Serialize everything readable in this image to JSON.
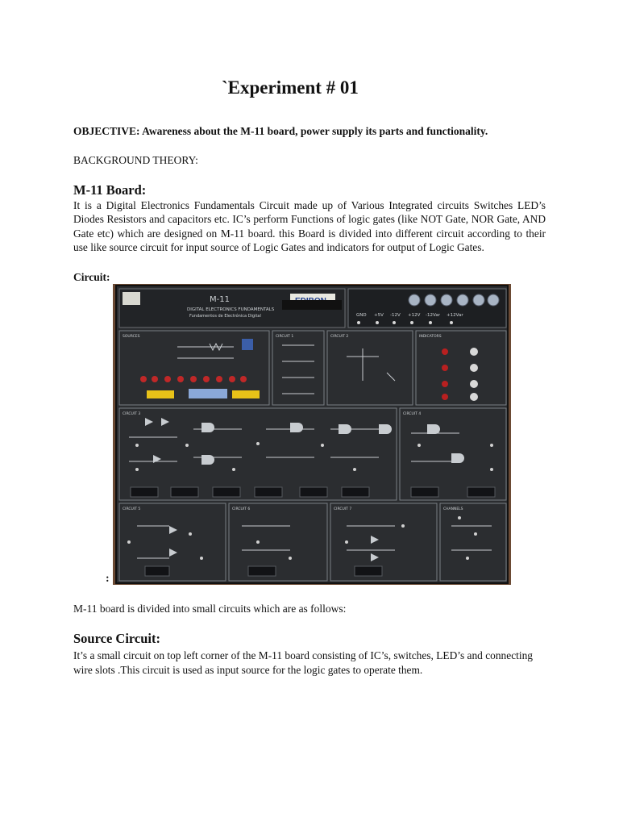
{
  "title": "`Experiment # 01",
  "objective": "OBJECTIVE: Awareness about the M-11 board, power supply its parts and functionality.",
  "background_heading": "BACKGROUND THEORY:",
  "board_heading": "M-11 Board:",
  "board_paragraph": "It is a Digital Electronics Fundamentals Circuit made up of Various Integrated circuits Switches LED’s Diodes Resistors and capacitors etc. IC’s perform Functions of logic gates (like NOT Gate, NOR Gate, AND Gate etc) which are designed on M-11 board. this Board is divided into different circuit according to their use like source circuit for input source of Logic Gates and indicators for output of Logic Gates.",
  "circuit_label": "Circuit:",
  "photo_colon": ":",
  "divided_line": "M-11 board is divided into small circuits which are as follows:",
  "source_heading": "Source Circuit:",
  "source_paragraph": " It’s a small circuit on top left corner of the M-11 board consisting of IC’s, switches, LED’s and connecting wire slots .This circuit is used as input source for the logic gates to operate them.",
  "photo": {
    "board_model": "M-11",
    "board_subtitle": "DIGITAL ELECTRONICS FUNDAMENTALS",
    "board_subtitle_2": "Fundamentos de Electrónica Digital",
    "brand": "EDIBON",
    "power_labels": [
      "GND",
      "+5V",
      "-12V",
      "+12V",
      "-12Var",
      "+12Var"
    ],
    "sections": [
      "SOURCES",
      "CIRCUIT 1",
      "CIRCUIT 2",
      "INDICATORS",
      "CIRCUIT 3",
      "CIRCUIT 4",
      "CIRCUIT 5",
      "CIRCUIT 6",
      "CIRCUIT 7",
      "CHANNELS"
    ]
  }
}
